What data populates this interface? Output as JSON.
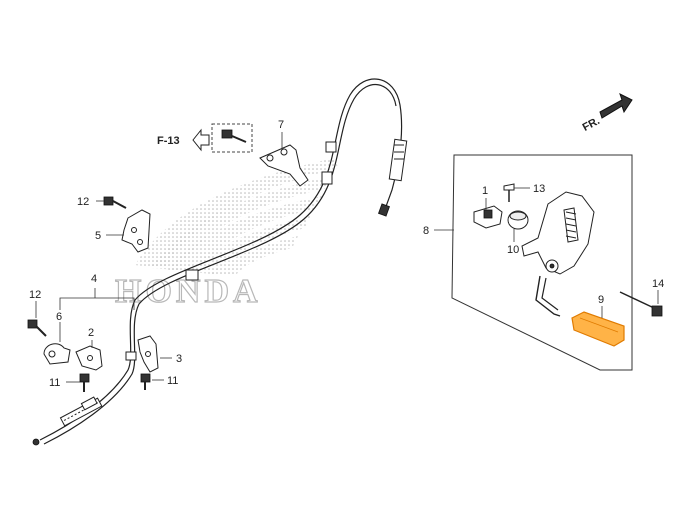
{
  "ref": {
    "label": "F-13"
  },
  "direction": {
    "label": "FR."
  },
  "watermark": {
    "text": "HONDA"
  },
  "callouts": [
    {
      "id": "1",
      "label": "1"
    },
    {
      "id": "2",
      "label": "2"
    },
    {
      "id": "3",
      "label": "3"
    },
    {
      "id": "4",
      "label": "4"
    },
    {
      "id": "5",
      "label": "5"
    },
    {
      "id": "6",
      "label": "6"
    },
    {
      "id": "7",
      "label": "7"
    },
    {
      "id": "8",
      "label": "8"
    },
    {
      "id": "9",
      "label": "9"
    },
    {
      "id": "10",
      "label": "10"
    },
    {
      "id": "11a",
      "label": "11"
    },
    {
      "id": "11b",
      "label": "11"
    },
    {
      "id": "12a",
      "label": "12"
    },
    {
      "id": "12b",
      "label": "12"
    },
    {
      "id": "13",
      "label": "13"
    },
    {
      "id": "14",
      "label": "14"
    }
  ],
  "colors": {
    "highlight": "#ffb347",
    "highlight_stroke": "#e07b00",
    "watermark": "#bdbdbd",
    "line": "#222222"
  }
}
